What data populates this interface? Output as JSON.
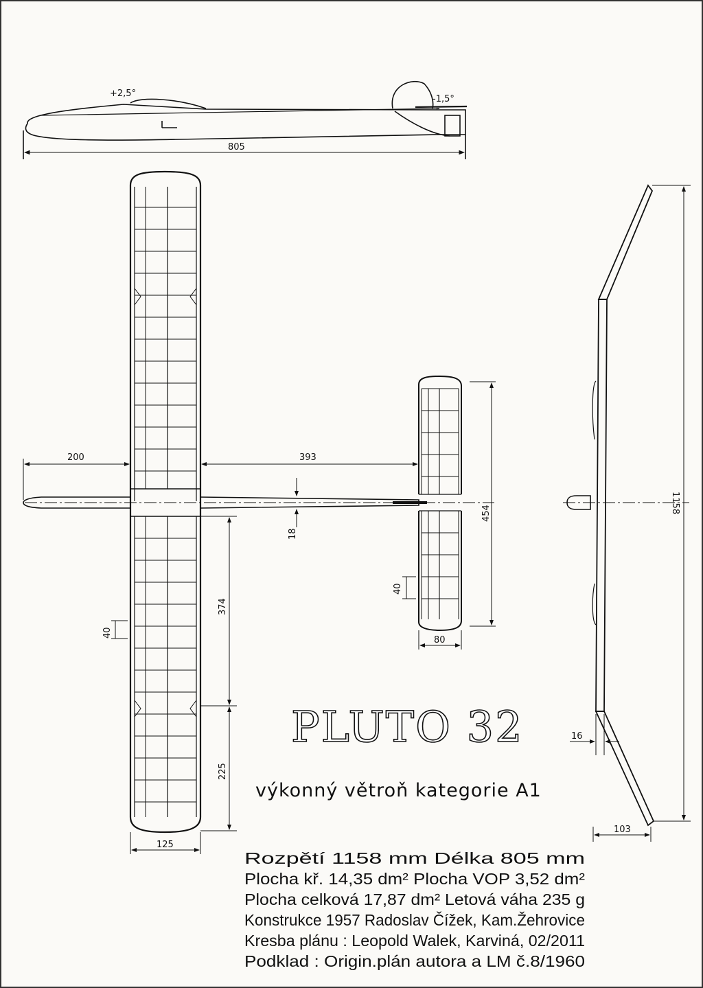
{
  "side_view": {
    "span_label": "805",
    "wing_angle": "+2,5°",
    "tail_angle": "-1,5°"
  },
  "top_view": {
    "wing_root_pos": "200",
    "tail_distance": "393",
    "fuselage_width": "18",
    "wing_rib_spacing": "40",
    "tail_rib_spacing": "40",
    "wing_panel_length": "374",
    "wing_tip_length": "225",
    "wing_chord": "125",
    "tail_chord": "80",
    "tail_span": "454"
  },
  "front_view": {
    "span": "1158",
    "fuselage": "16",
    "dihedral_height": "103"
  },
  "title": "PLUTO 32",
  "subtitle": "výkonný větroň kategorie A1",
  "specs": [
    "Rozpětí  1158 mm   Délka  805 mm",
    "Plocha kř. 14,35 dm² Plocha VOP 3,52 dm²",
    "Plocha celková 17,87 dm² Letová váha 235 g",
    "Konstrukce 1957 Radoslav Čížek, Kam.Žehrovice",
    "Kresba plánu : Leopold Walek, Karviná, 02/2011",
    "Podklad : Origin.plán autora a LM č.8/1960"
  ]
}
